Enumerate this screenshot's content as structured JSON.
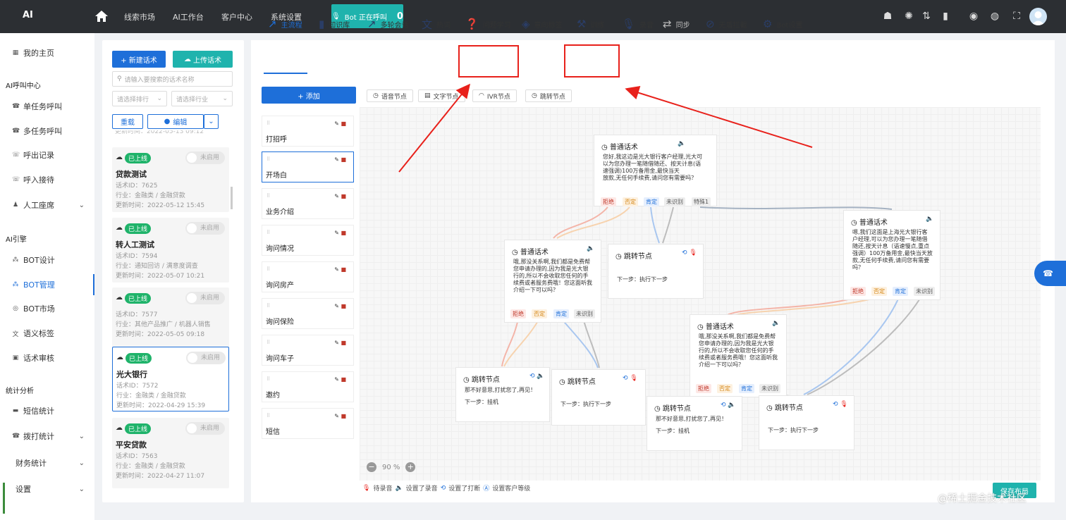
{
  "topbar": {
    "logo": "AI",
    "nav": [
      "线索市场",
      "AI工作台",
      "客户中心",
      "系统设置"
    ],
    "bot_status_label": "Bot 正在呼叫",
    "bot_status_count": "0",
    "icons": [
      "robot-icon",
      "aperture-icon",
      "sort-icon",
      "bookmark-icon",
      "compass-icon",
      "globe-icon",
      "fullscreen-icon"
    ]
  },
  "sidebar": {
    "home": "我的主页",
    "group_ai_call": "AI呼叫中心",
    "single_task": "单任务呼叫",
    "multi_task": "多任务呼叫",
    "outbound_log": "呼出记录",
    "inbound": "呼入接待",
    "agent_seat": "人工座席",
    "group_ai_engine": "AI引擎",
    "bot_design": "BOT设计",
    "bot_manage": "BOT管理",
    "bot_market": "BOT市场",
    "semantic_tag": "语义标签",
    "script_review": "话术审核",
    "group_stats": "统计分析",
    "sms_stats": "短信统计",
    "dial_stats": "拨打统计",
    "finance_stats": "财务统计",
    "settings": "设置"
  },
  "scripts": {
    "new_btn": "+ 新建话术",
    "upload_btn": "上传话术",
    "search_placeholder": "请输入要搜索的话术名称",
    "sort_placeholder": "请选择排行",
    "industry_placeholder": "请选择行业",
    "reset_btn": "重载",
    "edit_btn": "编辑",
    "clipped_time": "更新时间：2022-05-13 09:12",
    "status_online": "已上线",
    "toggle_off": "未启用",
    "items": [
      {
        "name": "贷款测试",
        "id": "话术ID：7625",
        "industry": "行业：金融类 / 金融贷款",
        "updated": "更新时间：2022-05-12 15:45"
      },
      {
        "name": "转人工测试",
        "id": "话术ID：7594",
        "industry": "行业：通知回访 / 满意度调查",
        "updated": "更新时间：2022-05-07 10:21"
      },
      {
        "name": "",
        "id": "话术ID：7577",
        "industry": "行业：其他产品推广 / 机器人销售",
        "updated": "更新时间：2022-05-05 09:18"
      },
      {
        "name": "光大银行",
        "id": "话术ID：7572",
        "industry": "行业：金融类 / 金融贷款",
        "updated": "更新时间：2022-04-29 15:39"
      },
      {
        "name": "平安贷款",
        "id": "话术ID：7563",
        "industry": "行业：金融类 / 金融贷款",
        "updated": "更新时间：2022-04-27 11:07"
      }
    ]
  },
  "tabs": [
    "主流程",
    "知识库",
    "多轮会话",
    "热词",
    "问题学习",
    "意向标签",
    "训练",
    "录音",
    "同步",
    "无盾拦截",
    "Bot设置"
  ],
  "node_types": [
    "语音节点",
    "文字节点",
    "IVR节点",
    "跳转节点"
  ],
  "steps": {
    "add_btn": "+ 添加",
    "items": [
      "打招呼",
      "开场白",
      "业务介绍",
      "询问情况",
      "询问房产",
      "询问保险",
      "询问车子",
      "邀约",
      "短信"
    ]
  },
  "flow": {
    "normal": "普通话术",
    "jump": "跳转节点",
    "tag_reject": "拒绝",
    "tag_deny": "否定",
    "tag_affirm": "肯定",
    "tag_unknown": "未识别",
    "tag_special": "特殊1",
    "next_exec": "下一步：执行下一步",
    "next_hang": "下一步：挂机",
    "bye": "那不好意思,打扰您了,再见！",
    "n1_text": "您好,我这边是光大银行客户经理,光大可\n以为您办理一笔随借随还、按天计息(语\n速强调)100万备用金,最快当天\n放款,无任何手续费,请问您有需要吗？",
    "n2_text": "嗯,我们这面是上海光大银行客\n户经理,可以为您办理一笔随借\n随还,按天计息（语速慢点,重点\n强调）100万备用金,最快当天放\n款,无任何手续费,请问您有需要\n吗？",
    "n3_text": "哦,那没关系啊,我们都是免费帮\n您申请办理的,因为我是光大银\n行的,所以不会收取您任何的手\n续费或者服务费哦！您这面听我\n介绍一下可以吗？",
    "n4_text": "哦,那没关系啊,我们都是免费帮\n您申请办理的,因为我是光大银\n行的,所以不会收取您任何的手\n续费或者服务费哦！您这面听我\n介绍一下可以吗？"
  },
  "zoom": "90 %",
  "legend": [
    "待录音",
    "设置了录音",
    "设置了打断",
    "设置客户等级"
  ],
  "save_layout": "保存布局",
  "watermark": "@稀土掘金技术社区",
  "colors": {
    "accent": "#1e6fd9",
    "teal": "#1fb3ad",
    "green": "#1fb36a",
    "annotation": "#e8211b"
  }
}
